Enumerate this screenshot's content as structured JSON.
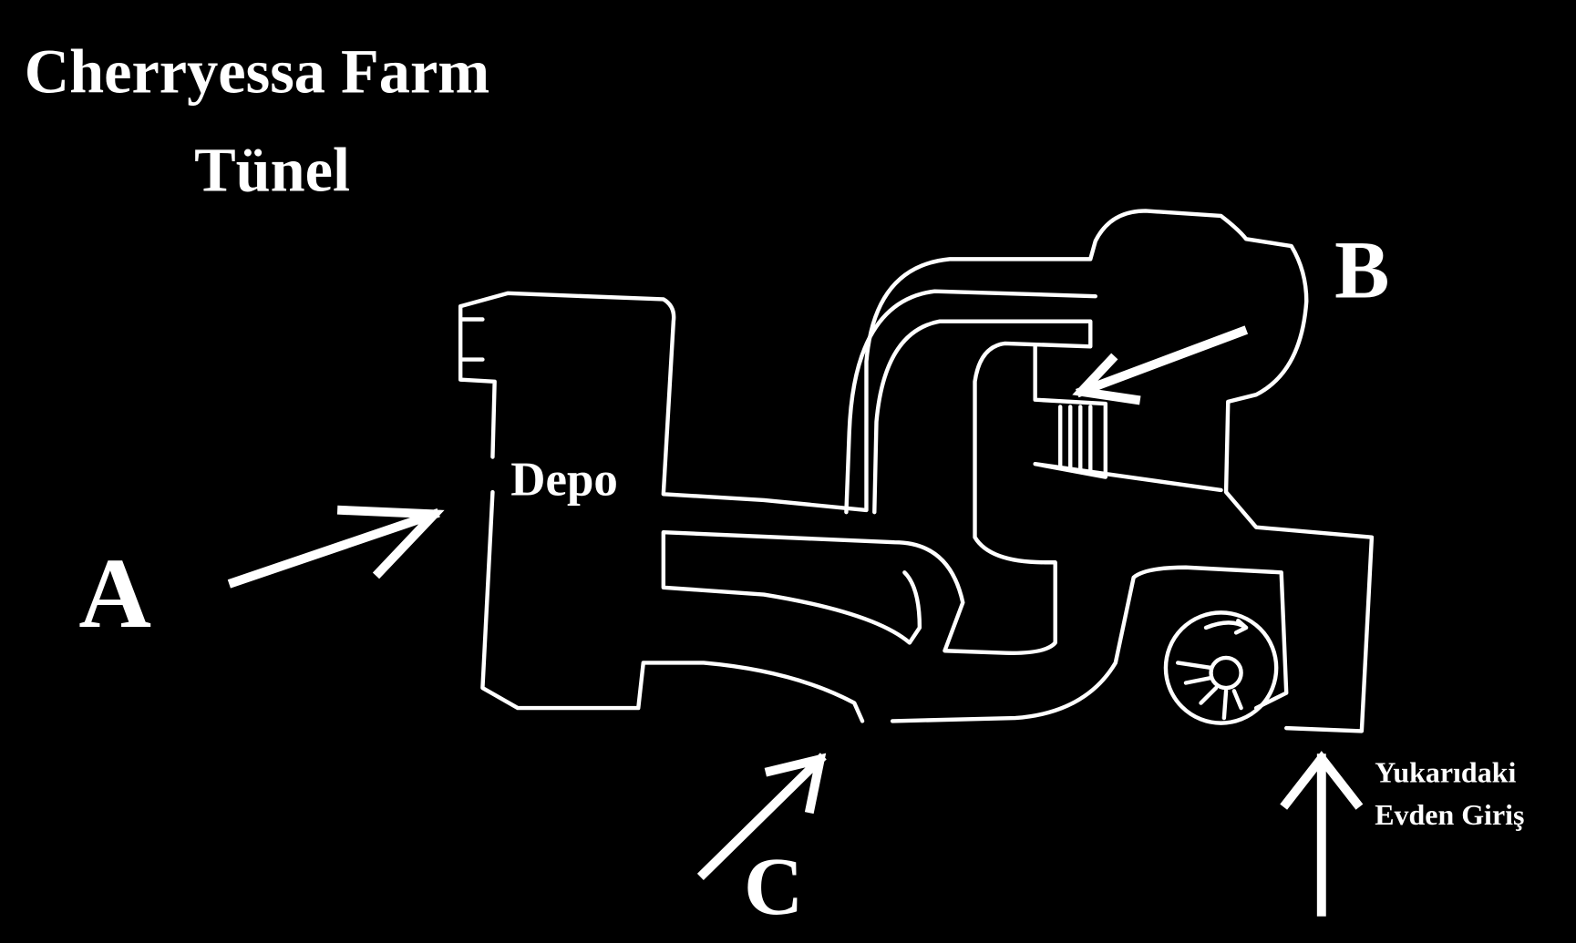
{
  "title": {
    "line1": "Cherryessa Farm",
    "line2": "Tünel"
  },
  "labels": {
    "depo": "Depo",
    "a": "A",
    "b": "B",
    "c": "C",
    "entrance_line1": "Yukarıdaki",
    "entrance_line2": "Evden Giriş"
  },
  "colors": {
    "background": "#000000",
    "foreground": "#ffffff"
  }
}
